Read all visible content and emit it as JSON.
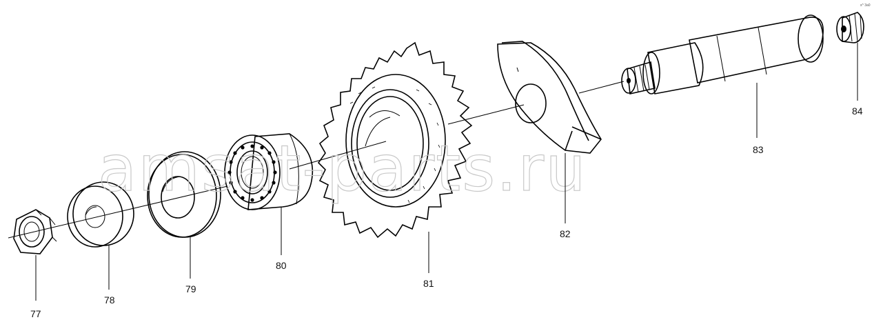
{
  "diagram": {
    "corner_code": "s^ 3a0",
    "watermark": "amsat-parts.ru",
    "parts": [
      {
        "label": "77"
      },
      {
        "label": "78"
      },
      {
        "label": "79"
      },
      {
        "label": "80"
      },
      {
        "label": "81"
      },
      {
        "label": "82"
      },
      {
        "label": "83"
      },
      {
        "label": "84"
      }
    ]
  }
}
